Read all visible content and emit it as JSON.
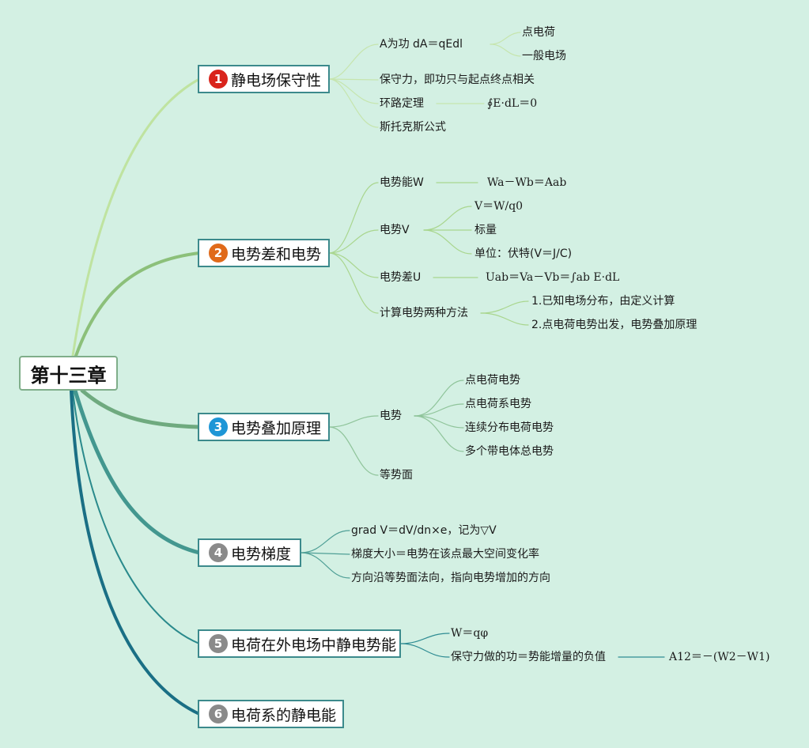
{
  "root": "第十三章",
  "colors": {
    "background": "#d3f0e3",
    "badge_red": "#d9241c",
    "badge_orange": "#e06a1a",
    "badge_blue": "#1e96d6",
    "badge_gray": "#8a8a8a"
  },
  "branches": [
    {
      "num": "1",
      "label": "静电场保守性",
      "items": [
        {
          "label": "A为功 dA＝qEdl",
          "subs": [
            "点电荷",
            "一般电场"
          ]
        },
        {
          "label": "保守力，即功只与起点终点相关"
        },
        {
          "label": "环路定理",
          "subs": [
            "∮E·dL＝0"
          ]
        },
        {
          "label": "斯托克斯公式"
        }
      ]
    },
    {
      "num": "2",
      "label": "电势差和电势",
      "items": [
        {
          "label": "电势能W",
          "subs": [
            "Wa－Wb＝Aab"
          ]
        },
        {
          "label": "电势V",
          "subs": [
            "V＝W/q0",
            "标量",
            "单位：伏特(V＝J/C)"
          ]
        },
        {
          "label": "电势差U",
          "subs": [
            "Uab＝Va－Vb＝∫ab E·dL"
          ]
        },
        {
          "label": "计算电势两种方法",
          "subs": [
            "1.已知电场分布，由定义计算",
            "2.点电荷电势出发，电势叠加原理"
          ]
        }
      ]
    },
    {
      "num": "3",
      "label": "电势叠加原理",
      "items": [
        {
          "label": "电势",
          "subs": [
            "点电荷电势",
            "点电荷系电势",
            "连续分布电荷电势",
            "多个带电体总电势"
          ]
        },
        {
          "label": "等势面"
        }
      ]
    },
    {
      "num": "4",
      "label": "电势梯度",
      "items": [
        {
          "label": "grad V＝dV/dn×e，记为▽V"
        },
        {
          "label": "梯度大小＝电势在该点最大空间变化率"
        },
        {
          "label": "方向沿等势面法向，指向电势增加的方向"
        }
      ]
    },
    {
      "num": "5",
      "label": "电荷在外电场中静电势能",
      "items": [
        {
          "label": "W＝qφ"
        },
        {
          "label": "保守力做的功＝势能增量的负值",
          "subs": [
            "A12＝－(W2－W1)"
          ]
        }
      ]
    },
    {
      "num": "6",
      "label": "电荷系的静电能"
    }
  ]
}
